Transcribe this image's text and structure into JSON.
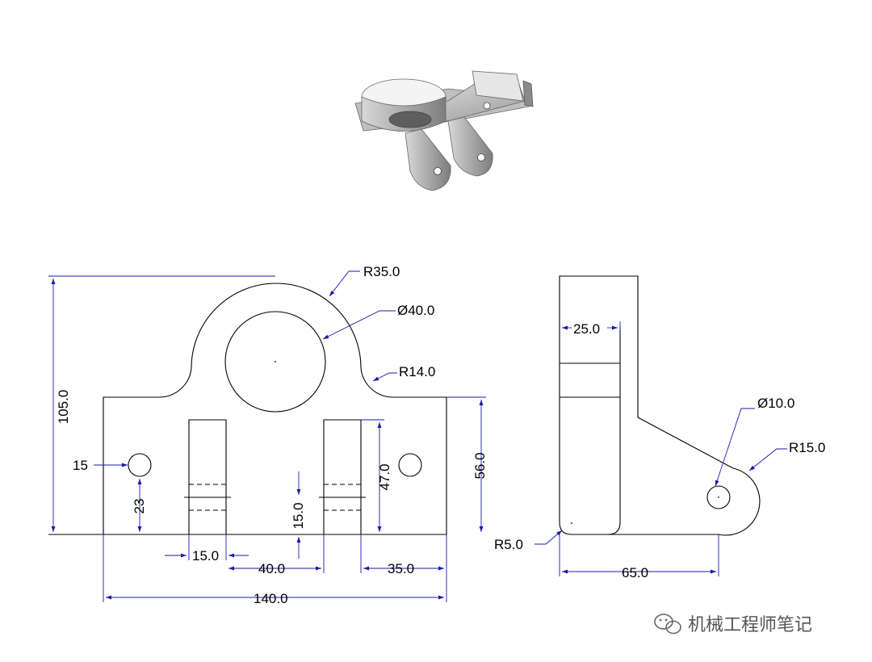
{
  "colors": {
    "outline": "#000000",
    "dimension": "#1a1aa8",
    "background": "#ffffff",
    "watermark": "#555555"
  },
  "front_view": {
    "dims": {
      "r_top": "R35.0",
      "d_bore": "Ø40.0",
      "r_fillet": "R14.0",
      "height_total": "105.0",
      "hole_x": "15",
      "hole_y": "23",
      "slot_depth": "47.0",
      "base_height": "56.0",
      "slot_sub": "15.0",
      "slot_width": "15.0",
      "slot_gap": "40.0",
      "right_offset": "35.0",
      "width_total": "140.0"
    }
  },
  "side_view": {
    "dims": {
      "top_width": "25.0",
      "d_pin": "Ø10.0",
      "r_lug": "R15.0",
      "r_corner": "R5.0",
      "length": "65.0"
    }
  },
  "watermark": {
    "icon": "wechat-icon",
    "text": "机械工程师笔记"
  }
}
